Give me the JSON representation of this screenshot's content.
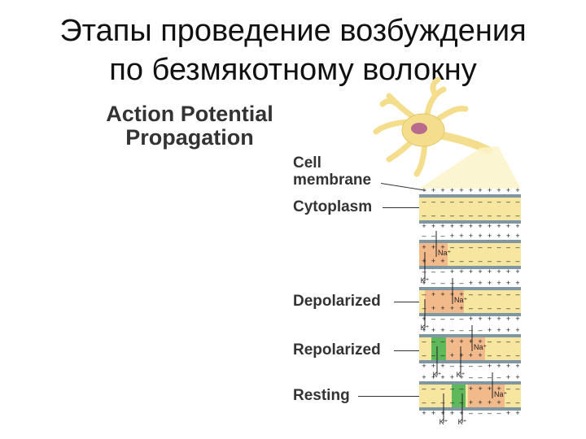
{
  "slide": {
    "title_line1": "Этапы проведение возбуждения",
    "title_line2": "по безмякотному волокну"
  },
  "figure": {
    "title_line1": "Action Potential",
    "title_line2": "Propagation",
    "labels": {
      "cell_membrane_1": "Cell",
      "cell_membrane_2": "membrane",
      "cytoplasm": "Cytoplasm",
      "depolarized": "Depolarized",
      "repolarized": "Repolarized",
      "resting": "Resting"
    },
    "ions": {
      "sodium": "Na⁺",
      "potassium": "K⁺"
    },
    "charges": {
      "positive": "+",
      "negative": "–"
    },
    "colors": {
      "cytoplasm": "#f6e6a0",
      "membrane": "#7f97a3",
      "depolarized": "#f2b98a",
      "repolarized": "#5fb85a",
      "neuron": "#f4dd8c",
      "nucleus": "#b96b8e"
    }
  }
}
